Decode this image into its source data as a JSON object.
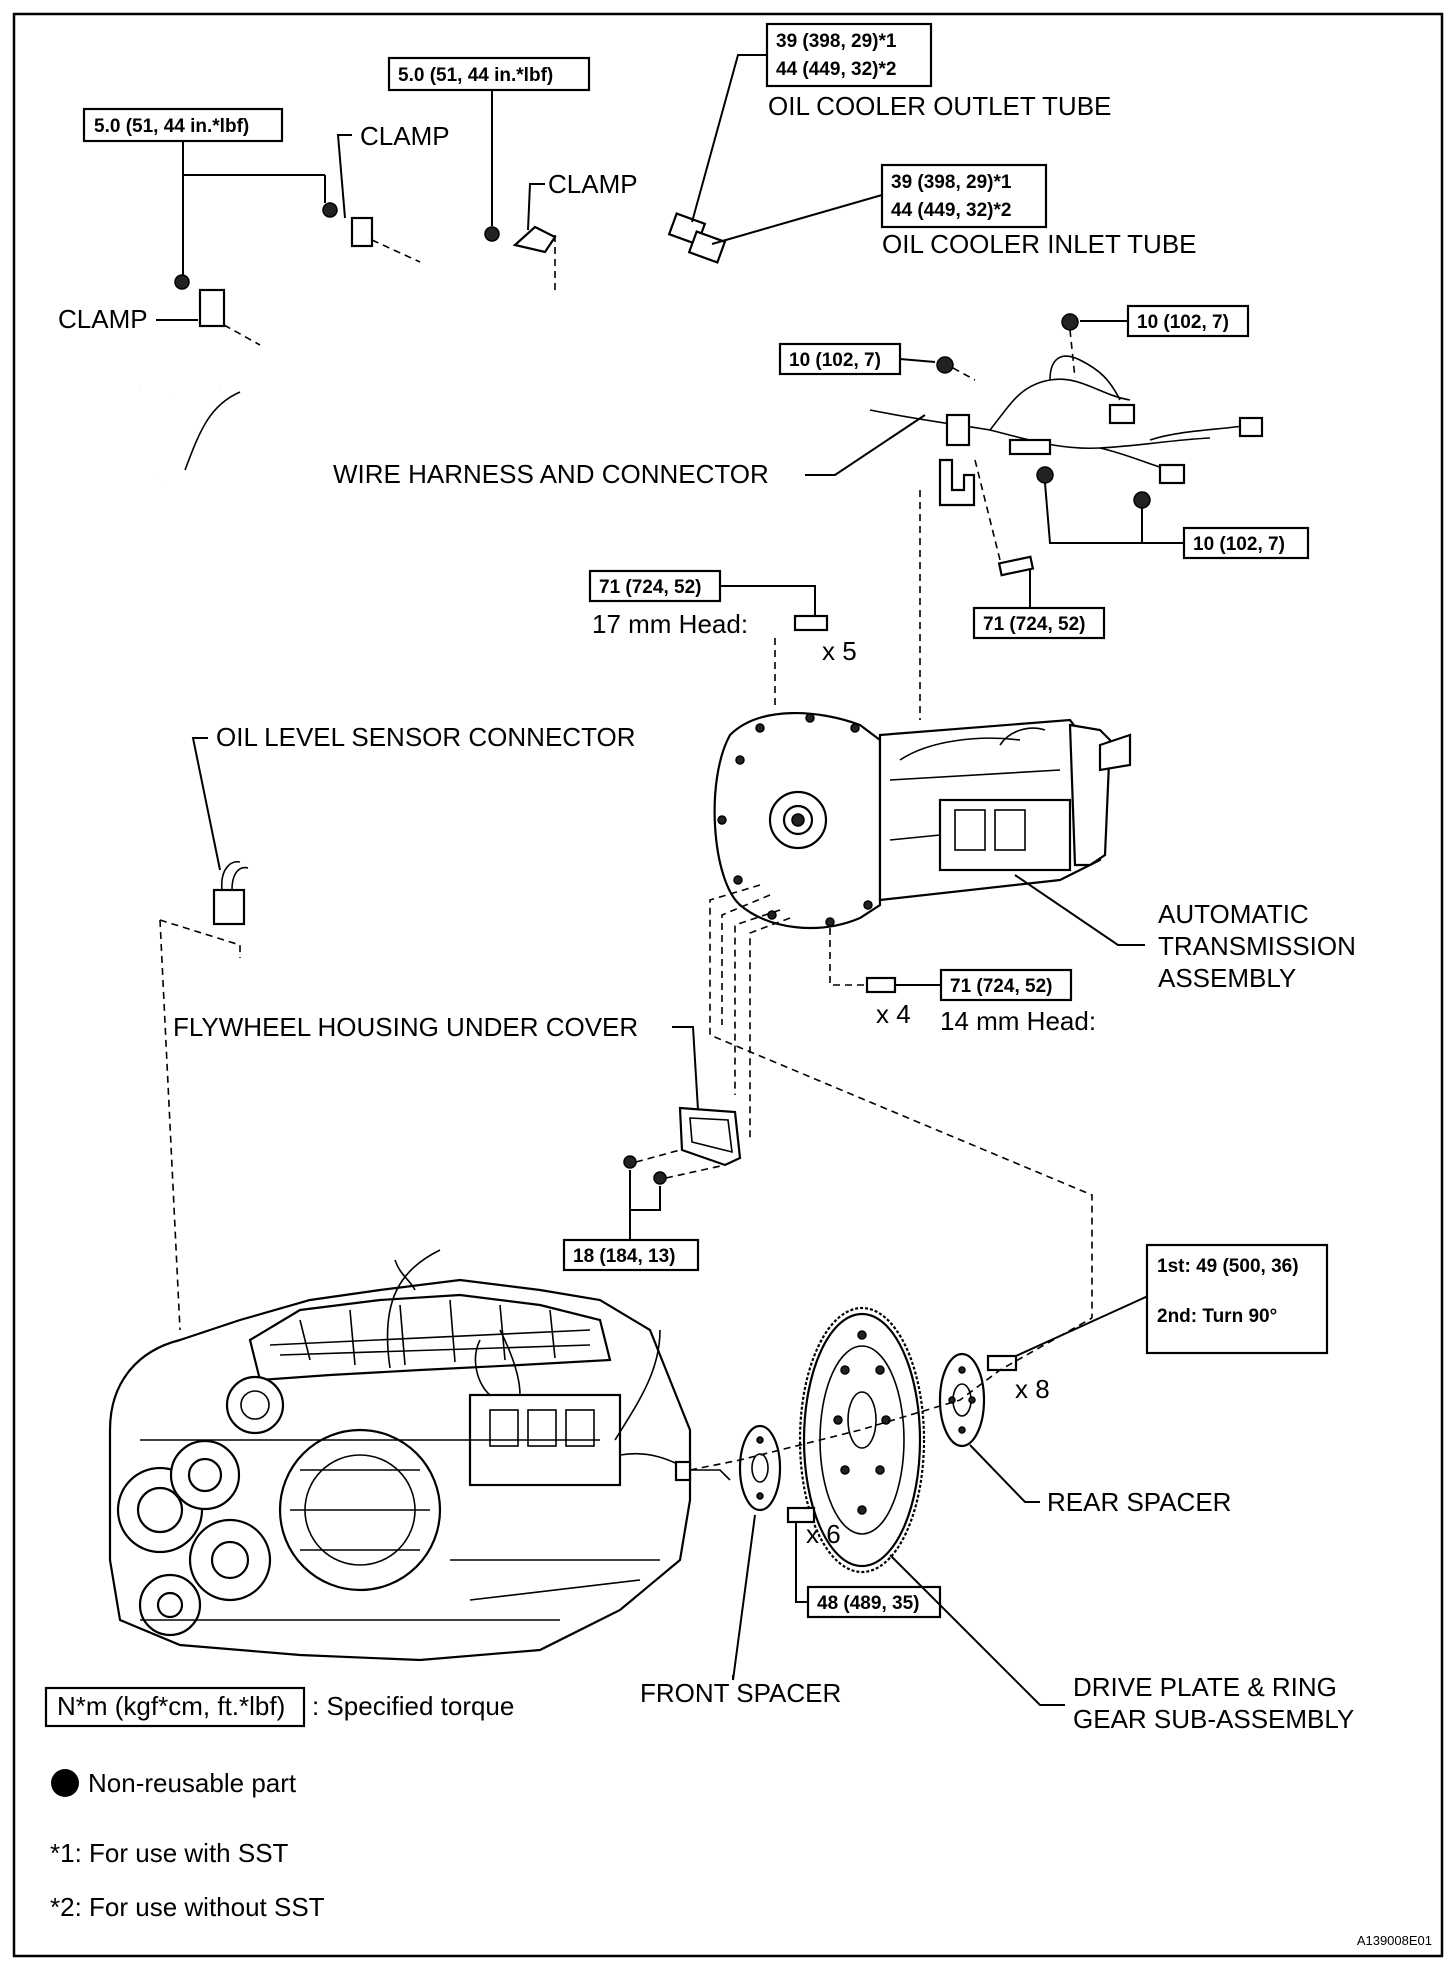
{
  "torque": {
    "t_oil_cooler_outlet_1": "39 (398, 29)*1",
    "t_oil_cooler_outlet_2": "44 (449, 32)*2",
    "t_oil_cooler_inlet_1": "39 (398, 29)*1",
    "t_oil_cooler_inlet_2": "44 (449, 32)*2",
    "t_clamp_left": "5.0 (51, 44 in.*lbf)",
    "t_clamp_mid": "5.0 (51, 44 in.*lbf)",
    "t_harness_top": "10 (102, 7)",
    "t_harness_left": "10 (102, 7)",
    "t_harness_right": "10 (102, 7)",
    "t_bracket_bolt": "71 (724, 52)",
    "t_17mm": "71 (724, 52)",
    "t_14mm": "71 (724, 52)",
    "t_cover": "18 (184, 13)",
    "t_drive_1st": "1st: 49 (500, 36)",
    "t_drive_2nd": "2nd: Turn 90°",
    "t_front_spacer": "48 (489, 35)"
  },
  "labels": {
    "oil_cooler_outlet_tube": "OIL COOLER OUTLET TUBE",
    "oil_cooler_inlet_tube": "OIL COOLER INLET TUBE",
    "clamp_top": "CLAMP",
    "clamp_mid": "CLAMP",
    "clamp_left": "CLAMP",
    "wire_harness": "WIRE HARNESS AND CONNECTOR",
    "head_17mm": "17 mm Head:",
    "head_14mm": "14 mm Head:",
    "qty_x5": "x 5",
    "qty_x4": "x 4",
    "qty_x8": "x 8",
    "qty_x6": "x 6",
    "oil_level_sensor": "OIL LEVEL SENSOR CONNECTOR",
    "auto_trans_1": "AUTOMATIC",
    "auto_trans_2": "TRANSMISSION",
    "auto_trans_3": "ASSEMBLY",
    "flywheel_cover": "FLYWHEEL HOUSING UNDER COVER",
    "rear_spacer": "REAR SPACER",
    "front_spacer": "FRONT SPACER",
    "drive_plate_1": "DRIVE PLATE & RING",
    "drive_plate_2": "GEAR SUB-ASSEMBLY"
  },
  "legend": {
    "torque_unit": "N*m (kgf*cm, ft.*lbf)",
    "torque_desc": ": Specified torque",
    "non_reusable": "Non-reusable part",
    "note_1": "*1: For use with SST",
    "note_2": "*2: For use without SST"
  },
  "figure_id": "A139008E01"
}
